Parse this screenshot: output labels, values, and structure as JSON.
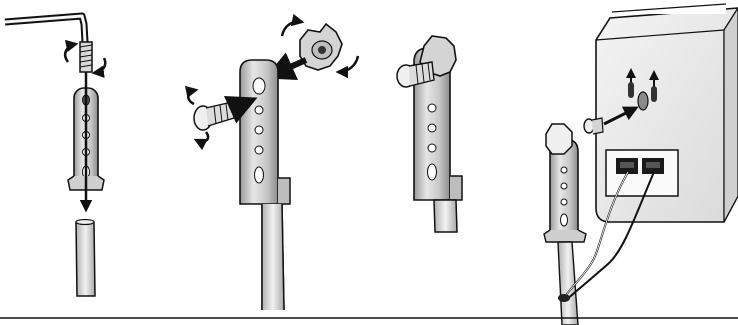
{
  "figure": {
    "steps": [
      {
        "id": 1,
        "description": "hex-key-loosen-bracket-screw"
      },
      {
        "id": 2,
        "description": "attach-knob-and-bolt-to-bracket"
      },
      {
        "id": 3,
        "description": "assembled-bracket"
      },
      {
        "id": 4,
        "description": "mount-bracket-on-unit-and-route-wires"
      }
    ],
    "colors": {
      "line": "#1a1a1a",
      "metal_light": "#e8e8e8",
      "metal_mid": "#c4c4c4",
      "metal_dark": "#8a8a8a",
      "box_face": "#ececec",
      "box_side": "#cfcfcf",
      "arrow": "#111111"
    },
    "icons": [
      "hex-key-icon",
      "rotation-arrow-icon",
      "knob-icon",
      "bolt-icon",
      "wall-hook-icon",
      "connector-block-icon"
    ]
  }
}
